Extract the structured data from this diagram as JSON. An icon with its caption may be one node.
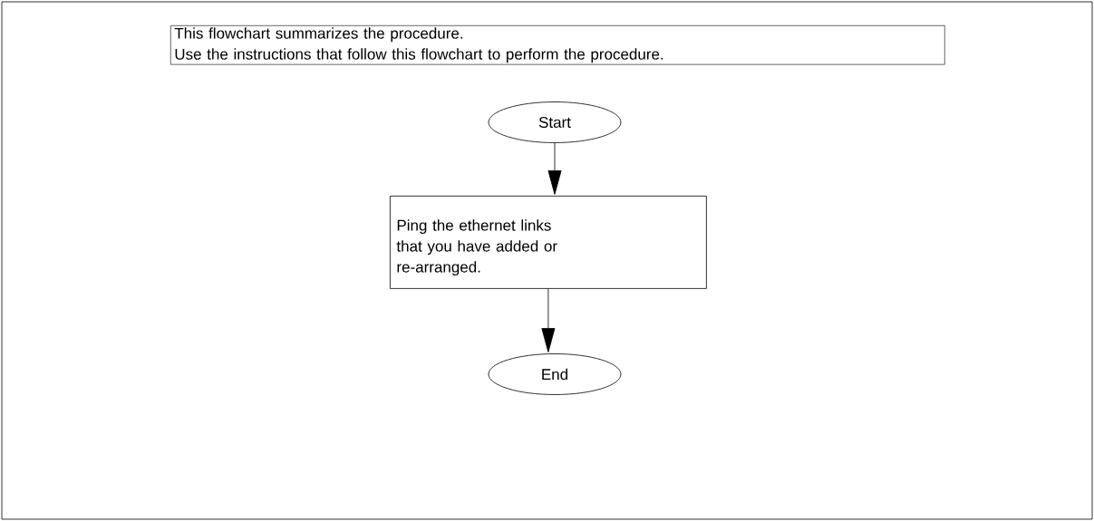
{
  "diagram": {
    "nodes": [
      {
        "text": [
          "This flowchart summarizes the procedure.",
          "Use the instructions that follow this flowchart to perform the procedure."
        ]
      },
      {
        "text": [
          "Start"
        ]
      },
      {
        "text": [
          "Ping the ethernet links that you have added or re-arranged."
        ]
      },
      {
        "text": [
          "End"
        ]
      }
    ],
    "edges": [
      {
        "from": 1,
        "to": 2,
        "arrow": "to"
      },
      {
        "from": 2,
        "to": 3,
        "arrow": "to"
      }
    ]
  }
}
